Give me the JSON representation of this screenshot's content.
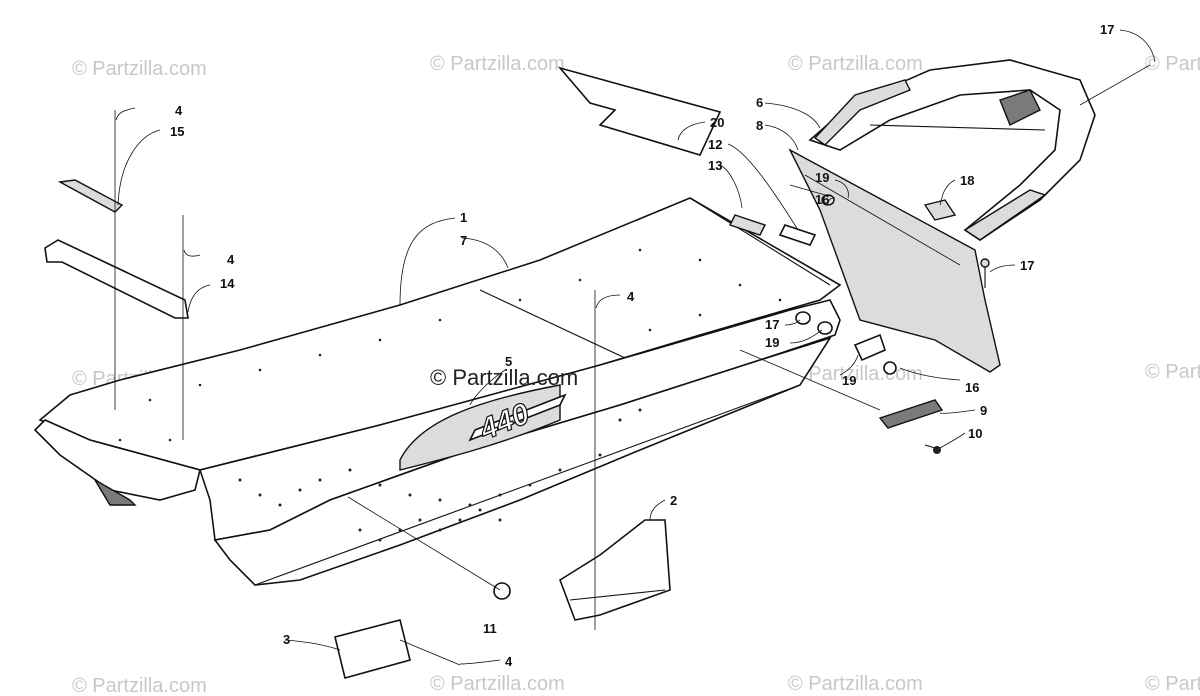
{
  "watermark_text": "© Partzilla.com",
  "center_watermark_text": "© Partzilla.com",
  "decal_text": "440",
  "callouts": {
    "c1": "1",
    "c7": "7",
    "c2": "2",
    "c3": "3",
    "c4a": "4",
    "c4b": "4",
    "c4c": "4",
    "c4d": "4",
    "c5": "5",
    "c6": "6",
    "c8": "8",
    "c9": "9",
    "c10": "10",
    "c11": "11",
    "c12": "12",
    "c13": "13",
    "c14": "14",
    "c15": "15",
    "c16a": "16",
    "c16b": "16",
    "c17a": "17",
    "c17b": "17",
    "c17c": "17",
    "c18": "18",
    "c19a": "19",
    "c19b": "19",
    "c19c": "19",
    "c20": "20"
  }
}
